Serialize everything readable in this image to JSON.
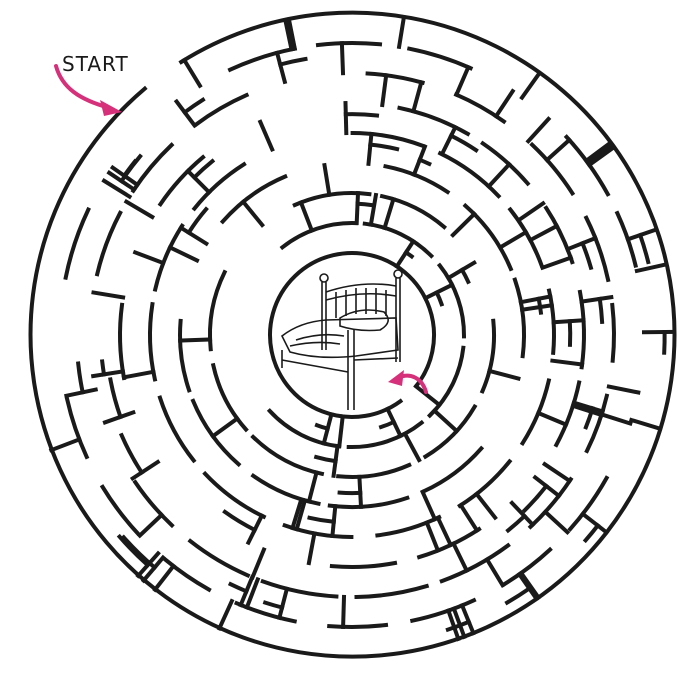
{
  "puzzle": {
    "start_label": "START",
    "goal": "bed",
    "arrow_color": "#d6307a",
    "wall_color": "#1a1a1a",
    "ring_count": 8
  }
}
